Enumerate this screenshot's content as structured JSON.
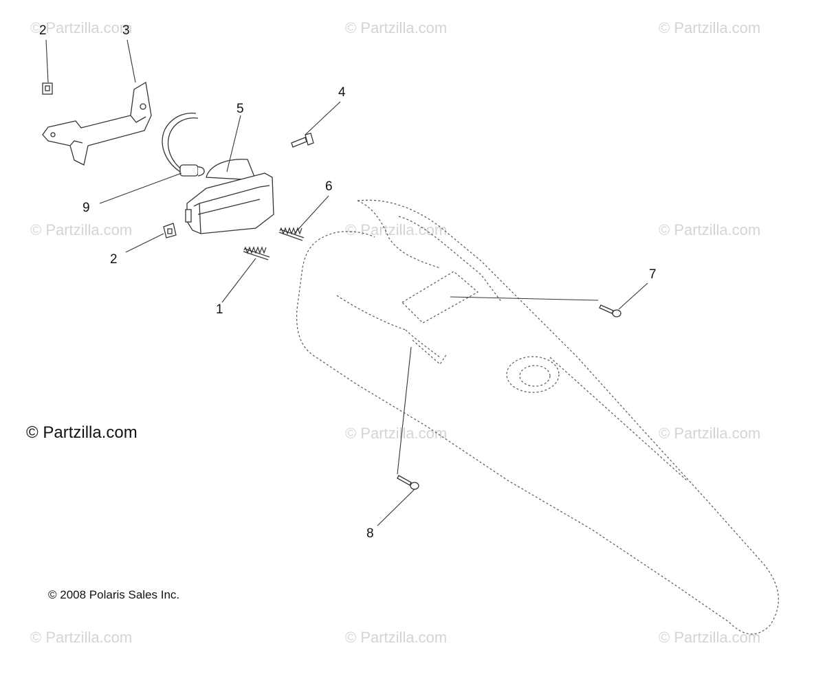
{
  "watermark_text": "© Partzilla.com",
  "copyright_main": "© Partzilla.com",
  "copyright_polaris": "© 2008 Polaris Sales Inc.",
  "callouts": {
    "c1": "1",
    "c2a": "2",
    "c2b": "2",
    "c3": "3",
    "c4": "4",
    "c5": "5",
    "c6": "6",
    "c7": "7",
    "c8": "8",
    "c9": "9"
  },
  "colors": {
    "line": "#333333",
    "watermark": "#d4d4d4",
    "background": "#ffffff"
  }
}
